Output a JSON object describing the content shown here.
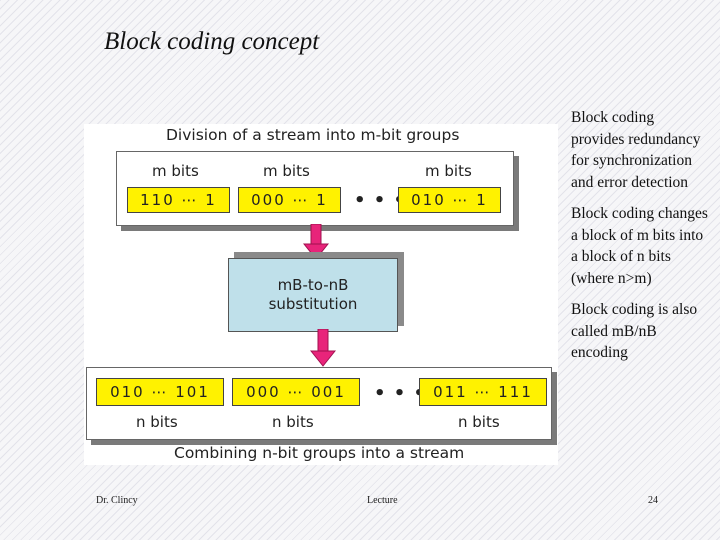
{
  "slide": {
    "title": "Block coding concept",
    "bullets": [
      "Block coding provides redundancy for synchronization and error detection",
      "Block coding changes a block of m bits into a block of n bits (where n>m)",
      "Block coding is also called mB/nB encoding"
    ],
    "footer": {
      "author": "Dr. Clincy",
      "center": "Lecture",
      "page": "24"
    }
  },
  "figure": {
    "top_heading": "Division of a stream into m-bit groups",
    "top_labels": [
      "m bits",
      "m bits",
      "m bits"
    ],
    "top_cells": [
      "110 ⋯ 1",
      "000 ⋯ 1",
      "010 ⋯ 1"
    ],
    "top_dots": "• • •",
    "substitution": [
      "mB-to-nB",
      "substitution"
    ],
    "bottom_cells": [
      "010 ⋯ 101",
      "000 ⋯ 001",
      "011 ⋯ 111"
    ],
    "bottom_dots": "• • •",
    "bottom_labels": [
      "n bits",
      "n bits",
      "n bits"
    ],
    "bottom_heading": "Combining n-bit groups into a stream",
    "colors": {
      "cell_fill": "#fff200",
      "substitution_fill": "#bfe0ea",
      "arrow": "#e8247a"
    }
  }
}
